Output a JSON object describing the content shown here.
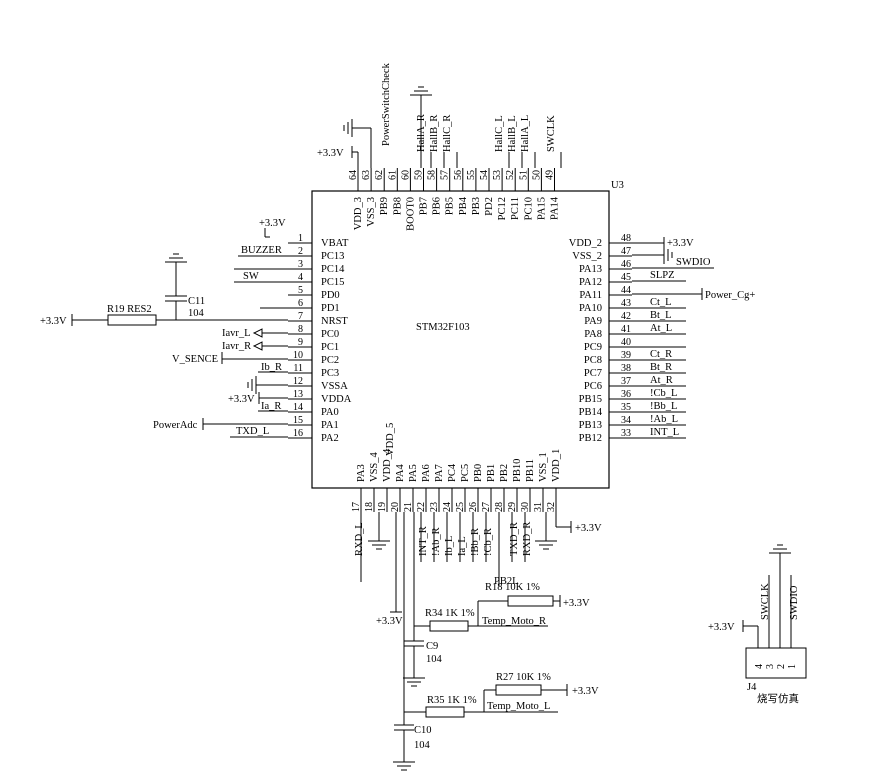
{
  "chip": {
    "ref": "U3",
    "part": "STM32F103",
    "left_pins": [
      {
        "num": "1",
        "name": "VBAT"
      },
      {
        "num": "2",
        "name": "PC13"
      },
      {
        "num": "3",
        "name": "PC14"
      },
      {
        "num": "4",
        "name": "PC15"
      },
      {
        "num": "5",
        "name": "PD0"
      },
      {
        "num": "6",
        "name": "PD1"
      },
      {
        "num": "7",
        "name": "NRST"
      },
      {
        "num": "8",
        "name": "PC0"
      },
      {
        "num": "9",
        "name": "PC1"
      },
      {
        "num": "10",
        "name": "PC2"
      },
      {
        "num": "11",
        "name": "PC3"
      },
      {
        "num": "12",
        "name": "VSSA"
      },
      {
        "num": "13",
        "name": "VDDA"
      },
      {
        "num": "14",
        "name": "PA0"
      },
      {
        "num": "15",
        "name": "PA1"
      },
      {
        "num": "16",
        "name": "PA2"
      }
    ],
    "right_pins": [
      {
        "num": "48",
        "name": "VDD_2"
      },
      {
        "num": "47",
        "name": "VSS_2"
      },
      {
        "num": "46",
        "name": "PA13"
      },
      {
        "num": "45",
        "name": "PA12"
      },
      {
        "num": "44",
        "name": "PA11"
      },
      {
        "num": "43",
        "name": "PA10"
      },
      {
        "num": "42",
        "name": "PA9"
      },
      {
        "num": "41",
        "name": "PA8"
      },
      {
        "num": "40",
        "name": "PC9"
      },
      {
        "num": "39",
        "name": "PC8"
      },
      {
        "num": "38",
        "name": "PC7"
      },
      {
        "num": "37",
        "name": "PC6"
      },
      {
        "num": "36",
        "name": "PB15"
      },
      {
        "num": "35",
        "name": "PB14"
      },
      {
        "num": "34",
        "name": "PB13"
      },
      {
        "num": "33",
        "name": "PB12"
      }
    ],
    "top_pins": [
      {
        "num": "64",
        "name": "VDD_3"
      },
      {
        "num": "63",
        "name": "VSS_3"
      },
      {
        "num": "62",
        "name": "PB9"
      },
      {
        "num": "61",
        "name": "PB8"
      },
      {
        "num": "60",
        "name": "BOOT0"
      },
      {
        "num": "59",
        "name": "PB7"
      },
      {
        "num": "58",
        "name": "PB6"
      },
      {
        "num": "57",
        "name": "PB5"
      },
      {
        "num": "56",
        "name": "PB4"
      },
      {
        "num": "55",
        "name": "PB3"
      },
      {
        "num": "54",
        "name": "PD2"
      },
      {
        "num": "53",
        "name": "PC12"
      },
      {
        "num": "52",
        "name": "PC11"
      },
      {
        "num": "51",
        "name": "PC10"
      },
      {
        "num": "50",
        "name": "PA15"
      },
      {
        "num": "49",
        "name": "PA14"
      }
    ],
    "bottom_pins": [
      {
        "num": "17",
        "name": "PA3"
      },
      {
        "num": "18",
        "name": "VSS_4"
      },
      {
        "num": "19",
        "name": "VDD_4"
      },
      {
        "num": "20",
        "name": "PA4"
      },
      {
        "num": "21",
        "name": "PA5"
      },
      {
        "num": "22",
        "name": "PA6"
      },
      {
        "num": "23",
        "name": "PA7"
      },
      {
        "num": "24",
        "name": "PC4"
      },
      {
        "num": "25",
        "name": "PC5"
      },
      {
        "num": "26",
        "name": "PB0"
      },
      {
        "num": "27",
        "name": "PB1"
      },
      {
        "num": "28",
        "name": "PB2"
      },
      {
        "num": "29",
        "name": "PB10"
      },
      {
        "num": "30",
        "name": "PB11"
      },
      {
        "num": "31",
        "name": "VSS_1"
      },
      {
        "num": "32",
        "name": "VDD_1"
      }
    ]
  },
  "nets": {
    "vcc": "+3.3V",
    "vdd5": "VDD_5",
    "buzzer": "BUZZER",
    "sw": "SW",
    "iavr_l": "Iavr_L",
    "iavr_r": "Iavr_R",
    "v_sence": "V_SENCE",
    "ib_r": "Ib_R",
    "ia_r": "Ia_R",
    "poweradc": "PowerAdc",
    "txd_l": "TXD_L",
    "power_switch": "PowerSwitchCheck",
    "top_nets": [
      "HallA_R",
      "HallB_R",
      "HallC_R",
      "HallC_L",
      "HallB_L",
      "HallA_L",
      "SWCLK"
    ],
    "swdio": "SWDIO",
    "slpz": "SLPZ",
    "power_cg": "Power_Cg+",
    "right_nets": [
      "Ct_L",
      "Bt_L",
      "At_L",
      "",
      "Ct_R",
      "Bt_R",
      "At_R",
      "!Cb_L",
      "!Bb_L",
      "!Ab_L",
      "INT_L"
    ],
    "bottom_nets": [
      "RXD_L",
      "INT_R",
      "!Ab_R",
      "Ib_L",
      "Ia_L",
      "!Bb_R",
      "!Cb_R",
      "TXD_R",
      "RXD_R"
    ],
    "pb2l": "PB2L",
    "temp_r": "Temp_Moto_R",
    "temp_l": "Temp_Moto_L"
  },
  "components": {
    "r19": "R19 RES2",
    "c11": "C11",
    "c11_val": "104",
    "r18": "R18  10K  1%",
    "r34": "R34 1K  1%",
    "c9": "C9",
    "c9_val": "104",
    "r27": "R27 10K  1%",
    "r35": "R35 1K  1%",
    "c10": "C10",
    "c10_val": "104"
  },
  "connector": {
    "ref": "J4",
    "caption": "烧写仿真",
    "pins": [
      "4",
      "3",
      "2",
      "1"
    ],
    "nets": [
      "SWCLK",
      "SWDIO"
    ]
  }
}
